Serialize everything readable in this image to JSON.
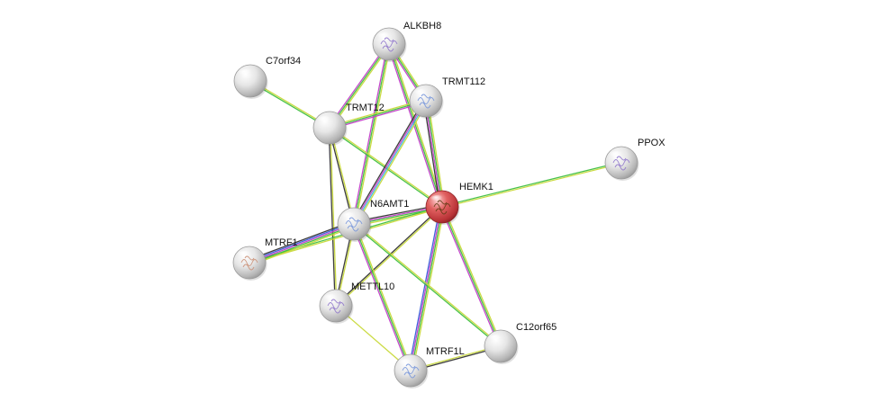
{
  "colors": {
    "node_default": "#d9d9d9",
    "node_query": "#d9333a",
    "edge_yellow": "#c8d93a",
    "edge_green": "#3fbf3f",
    "edge_purple": "#c23ec8",
    "edge_black": "#333333",
    "edge_blue": "#3a5bd9",
    "edge_cyan": "#3ab8d9"
  },
  "network": {
    "nodes": [
      {
        "id": "ALKBH8",
        "label": "ALKBH8",
        "query": false,
        "structure": true
      },
      {
        "id": "C7orf34",
        "label": "C7orf34",
        "query": false,
        "structure": false
      },
      {
        "id": "TRMT112",
        "label": "TRMT112",
        "query": false,
        "structure": true
      },
      {
        "id": "TRMT12",
        "label": "TRMT12",
        "query": false,
        "structure": false
      },
      {
        "id": "PPOX",
        "label": "PPOX",
        "query": false,
        "structure": true
      },
      {
        "id": "HEMK1",
        "label": "HEMK1",
        "query": true,
        "structure": true
      },
      {
        "id": "N6AMT1",
        "label": "N6AMT1",
        "query": false,
        "structure": true
      },
      {
        "id": "MTRF1",
        "label": "MTRF1",
        "query": false,
        "structure": true
      },
      {
        "id": "METTL10",
        "label": "METTL10",
        "query": false,
        "structure": true
      },
      {
        "id": "C12orf65",
        "label": "C12orf65",
        "query": false,
        "structure": false
      },
      {
        "id": "MTRF1L",
        "label": "MTRF1L",
        "query": false,
        "structure": true
      }
    ],
    "edges": [
      {
        "source": "C7orf34",
        "target": "TRMT12",
        "types": [
          "yellow",
          "green"
        ]
      },
      {
        "source": "ALKBH8",
        "target": "TRMT12",
        "types": [
          "yellow",
          "green",
          "purple"
        ]
      },
      {
        "source": "ALKBH8",
        "target": "TRMT112",
        "types": [
          "yellow",
          "green",
          "purple"
        ]
      },
      {
        "source": "ALKBH8",
        "target": "N6AMT1",
        "types": [
          "yellow",
          "green",
          "purple"
        ]
      },
      {
        "source": "ALKBH8",
        "target": "HEMK1",
        "types": [
          "yellow",
          "green",
          "purple"
        ]
      },
      {
        "source": "TRMT12",
        "target": "TRMT112",
        "types": [
          "yellow",
          "green",
          "purple"
        ]
      },
      {
        "source": "TRMT12",
        "target": "HEMK1",
        "types": [
          "yellow",
          "green"
        ]
      },
      {
        "source": "TRMT12",
        "target": "N6AMT1",
        "types": [
          "yellow",
          "black"
        ]
      },
      {
        "source": "TRMT12",
        "target": "METTL10",
        "types": [
          "yellow",
          "black"
        ]
      },
      {
        "source": "TRMT112",
        "target": "HEMK1",
        "types": [
          "yellow",
          "green",
          "purple",
          "black"
        ]
      },
      {
        "source": "TRMT112",
        "target": "N6AMT1",
        "types": [
          "yellow",
          "cyan",
          "purple",
          "black"
        ]
      },
      {
        "source": "PPOX",
        "target": "HEMK1",
        "types": [
          "yellow",
          "green"
        ]
      },
      {
        "source": "HEMK1",
        "target": "N6AMT1",
        "types": [
          "yellow",
          "green",
          "purple",
          "black"
        ]
      },
      {
        "source": "HEMK1",
        "target": "MTRF1",
        "types": [
          "yellow",
          "green"
        ]
      },
      {
        "source": "HEMK1",
        "target": "METTL10",
        "types": [
          "yellow",
          "black"
        ]
      },
      {
        "source": "HEMK1",
        "target": "MTRF1L",
        "types": [
          "yellow",
          "green",
          "purple",
          "blue"
        ]
      },
      {
        "source": "HEMK1",
        "target": "C12orf65",
        "types": [
          "yellow",
          "green",
          "purple"
        ]
      },
      {
        "source": "N6AMT1",
        "target": "MTRF1",
        "types": [
          "yellow",
          "green",
          "purple",
          "blue",
          "black"
        ]
      },
      {
        "source": "N6AMT1",
        "target": "METTL10",
        "types": [
          "yellow",
          "black"
        ]
      },
      {
        "source": "N6AMT1",
        "target": "MTRF1L",
        "types": [
          "yellow",
          "green",
          "purple"
        ]
      },
      {
        "source": "N6AMT1",
        "target": "C12orf65",
        "types": [
          "yellow",
          "green"
        ]
      },
      {
        "source": "METTL10",
        "target": "MTRF1L",
        "types": [
          "yellow"
        ]
      },
      {
        "source": "MTRF1L",
        "target": "C12orf65",
        "types": [
          "yellow",
          "black"
        ]
      }
    ]
  }
}
